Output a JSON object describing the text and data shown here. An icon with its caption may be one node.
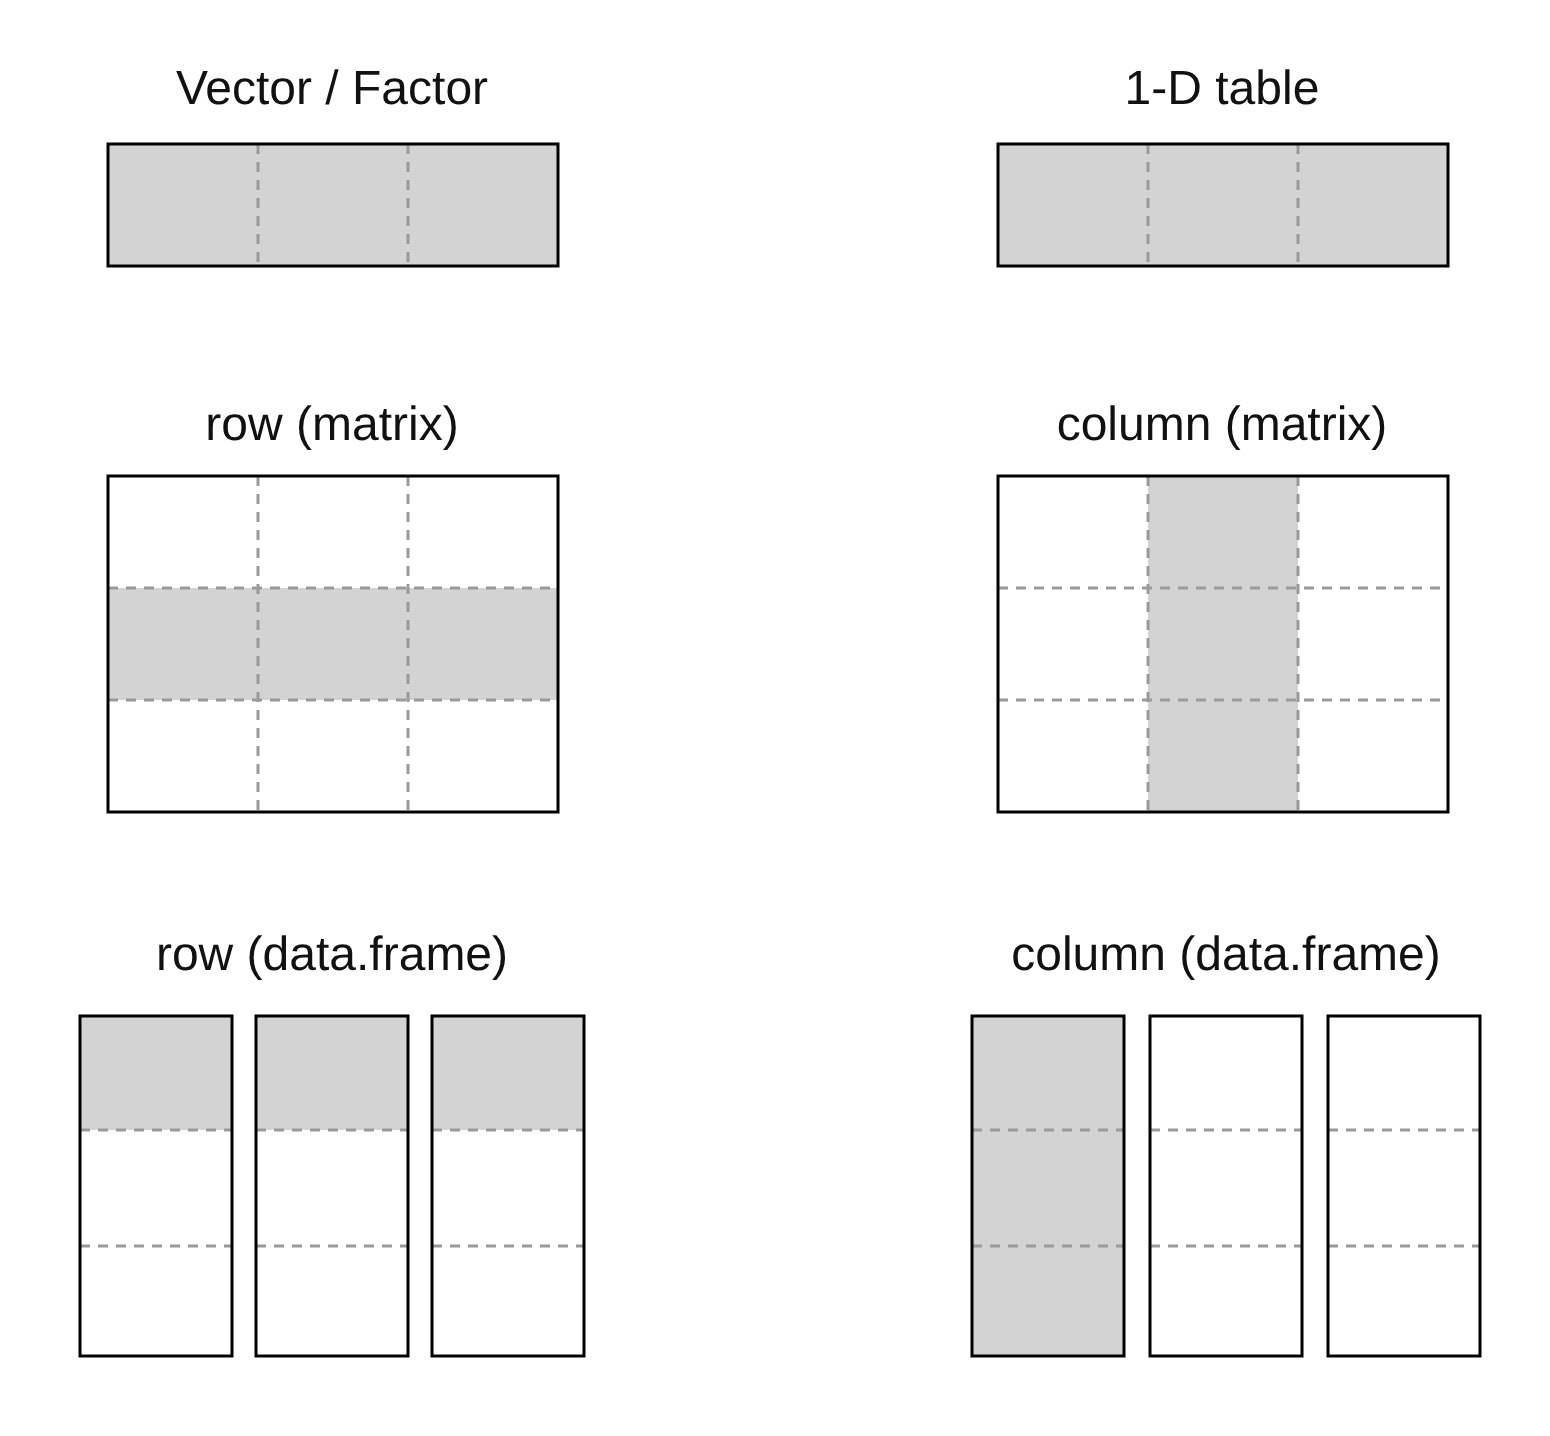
{
  "diagram": {
    "nodes": [
      {
        "text": [
          "Vector / Factor"
        ]
      },
      {
        "text": [
          "1-D table"
        ]
      },
      {
        "text": [
          "row (matrix)"
        ]
      },
      {
        "text": [
          "column (matrix)"
        ]
      },
      {
        "text": [
          "row (data.frame)"
        ]
      },
      {
        "text": [
          "column (data.frame)"
        ]
      }
    ]
  }
}
